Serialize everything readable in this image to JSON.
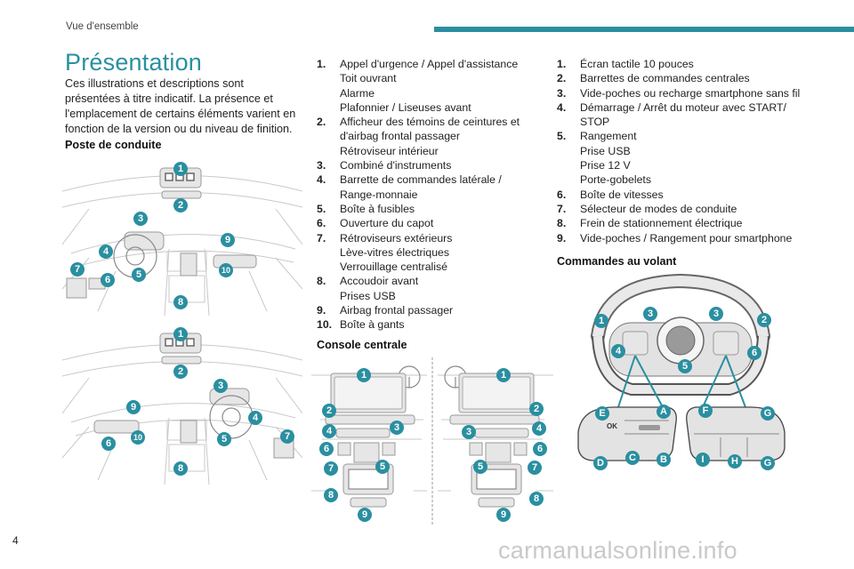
{
  "header": {
    "section_title": "Vue d'ensemble"
  },
  "page": {
    "title": "Présentation",
    "number": "4"
  },
  "intro": "Ces illustrations et descriptions sont présentées à titre indicatif. La présence et l'emplacement de certains éléments varient en fonction de la version ou du niveau de finition.",
  "poste": {
    "heading": "Poste de conduite",
    "items": [
      {
        "num": "1.",
        "lines": [
          "Appel d'urgence / Appel d'assistance",
          "Toit ouvrant",
          "Alarme",
          "Plafonnier / Liseuses avant"
        ]
      },
      {
        "num": "2.",
        "lines": [
          "Afficheur des témoins de ceintures et",
          "d'airbag frontal passager",
          "Rétroviseur intérieur"
        ]
      },
      {
        "num": "3.",
        "lines": [
          "Combiné d'instruments"
        ]
      },
      {
        "num": "4.",
        "lines": [
          "Barrette de commandes latérale /",
          "Range-monnaie"
        ]
      },
      {
        "num": "5.",
        "lines": [
          "Boîte à fusibles"
        ]
      },
      {
        "num": "6.",
        "lines": [
          "Ouverture du capot"
        ]
      },
      {
        "num": "7.",
        "lines": [
          "Rétroviseurs extérieurs",
          "Lève-vitres électriques",
          "Verrouillage centralisé"
        ]
      },
      {
        "num": "8.",
        "lines": [
          "Accoudoir avant",
          "Prises USB"
        ]
      },
      {
        "num": "9.",
        "lines": [
          "Airbag frontal passager"
        ]
      },
      {
        "num": "10.",
        "lines": [
          "Boîte à gants"
        ]
      }
    ]
  },
  "console": {
    "heading": "Console centrale",
    "items": [
      {
        "num": "1.",
        "lines": [
          "Écran tactile 10 pouces"
        ]
      },
      {
        "num": "2.",
        "lines": [
          "Barrettes de commandes centrales"
        ]
      },
      {
        "num": "3.",
        "lines": [
          "Vide-poches ou recharge smartphone sans fil"
        ]
      },
      {
        "num": "4.",
        "lines": [
          "Démarrage / Arrêt du moteur avec START/",
          "STOP"
        ]
      },
      {
        "num": "5.",
        "lines": [
          "Rangement",
          "Prise USB",
          "Prise 12 V",
          "Porte-gobelets"
        ]
      },
      {
        "num": "6.",
        "lines": [
          "Boîte de vitesses"
        ]
      },
      {
        "num": "7.",
        "lines": [
          "Sélecteur de modes de conduite"
        ]
      },
      {
        "num": "8.",
        "lines": [
          "Frein de stationnement électrique"
        ]
      },
      {
        "num": "9.",
        "lines": [
          "Vide-poches / Rangement pour smartphone"
        ]
      }
    ]
  },
  "volant": {
    "heading": "Commandes au volant"
  },
  "illustrations": {
    "dash_lhd": [
      "1",
      "2",
      "3",
      "4",
      "5",
      "6",
      "7",
      "8",
      "9",
      "10"
    ],
    "dash_rhd": [
      "1",
      "2",
      "3",
      "4",
      "5",
      "6",
      "7",
      "8",
      "9",
      "10"
    ],
    "console_left": [
      "1",
      "2",
      "3",
      "4",
      "5",
      "6",
      "7",
      "8",
      "9"
    ],
    "console_right": [
      "1",
      "2",
      "3",
      "4",
      "5",
      "6",
      "7",
      "8",
      "9"
    ],
    "wheel": [
      "1",
      "2",
      "3",
      "3",
      "4",
      "5",
      "6"
    ],
    "wheel_left_pad": [
      "A",
      "B",
      "C",
      "D",
      "E"
    ],
    "wheel_right_pad": [
      "F",
      "G",
      "G",
      "H",
      "I"
    ],
    "pad_text": "OK"
  },
  "watermark": "carmanualsonline.info",
  "colors": {
    "accent": "#2a8fa0"
  }
}
